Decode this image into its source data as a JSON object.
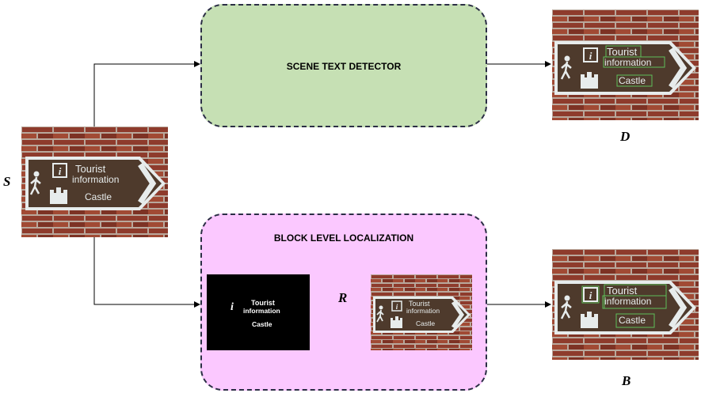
{
  "diagram": {
    "detector": {
      "title": "SCENE TEXT DETECTOR"
    },
    "localization": {
      "title": "BLOCK LEVEL LOCALIZATION"
    },
    "labels": {
      "input": "S",
      "detector_output": "D",
      "region": "R",
      "block_output": "B"
    },
    "sign": {
      "info_glyph": "i",
      "line1": "Tourist",
      "line2": "information",
      "line3": "Castle",
      "icons": [
        "walking-person-icon",
        "castle-icon",
        "arrow-chevron-icon"
      ]
    },
    "colors": {
      "detector_fill": "#c6e0b4",
      "localization_fill": "#fbc8ff",
      "border": "#2b2e45",
      "sign_brown": "#4e3a2c",
      "brick": "#8e3b2c",
      "mortar": "#b9a89c",
      "detection_box": "#5fbf5a"
    }
  }
}
